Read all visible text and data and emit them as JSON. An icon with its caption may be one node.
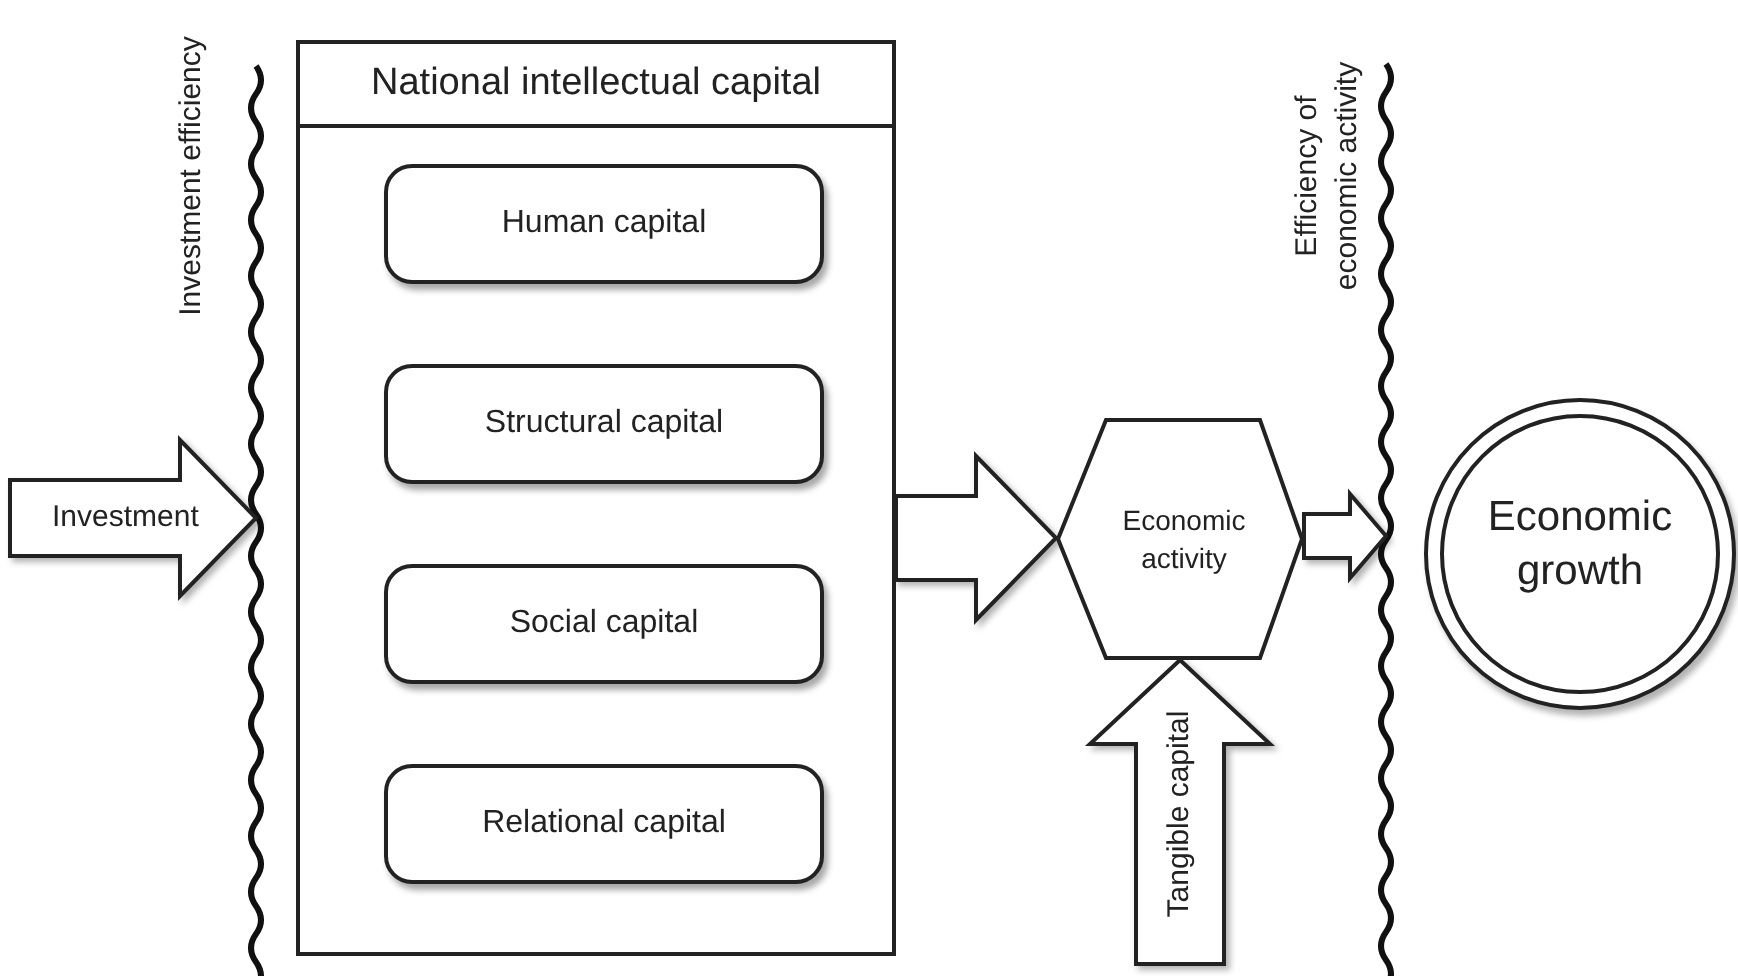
{
  "diagram": {
    "nodes": [
      {
        "text": [
          "National intellectual capital"
        ]
      },
      {
        "text": [
          "Human capital"
        ],
        "in": 0
      },
      {
        "text": [
          "Structural capital"
        ],
        "in": 0
      },
      {
        "text": [
          "Social capital"
        ],
        "in": 0
      },
      {
        "text": [
          "Relational capital"
        ],
        "in": 0
      },
      {
        "text": [
          "Economic activity"
        ]
      },
      {
        "text": [
          "Economic growth"
        ]
      }
    ],
    "edges": [
      {
        "from": null,
        "to": 0,
        "arrow": "to",
        "label": "Investment"
      },
      {
        "from": 0,
        "to": 5,
        "arrow": "to"
      },
      {
        "from": 5,
        "to": 6,
        "arrow": "to"
      },
      {
        "from": null,
        "to": 5,
        "arrow": "to",
        "label": "Tangible capital"
      }
    ],
    "labels": [
      "Investment efficiency",
      "Efficiency of economic activity"
    ]
  }
}
